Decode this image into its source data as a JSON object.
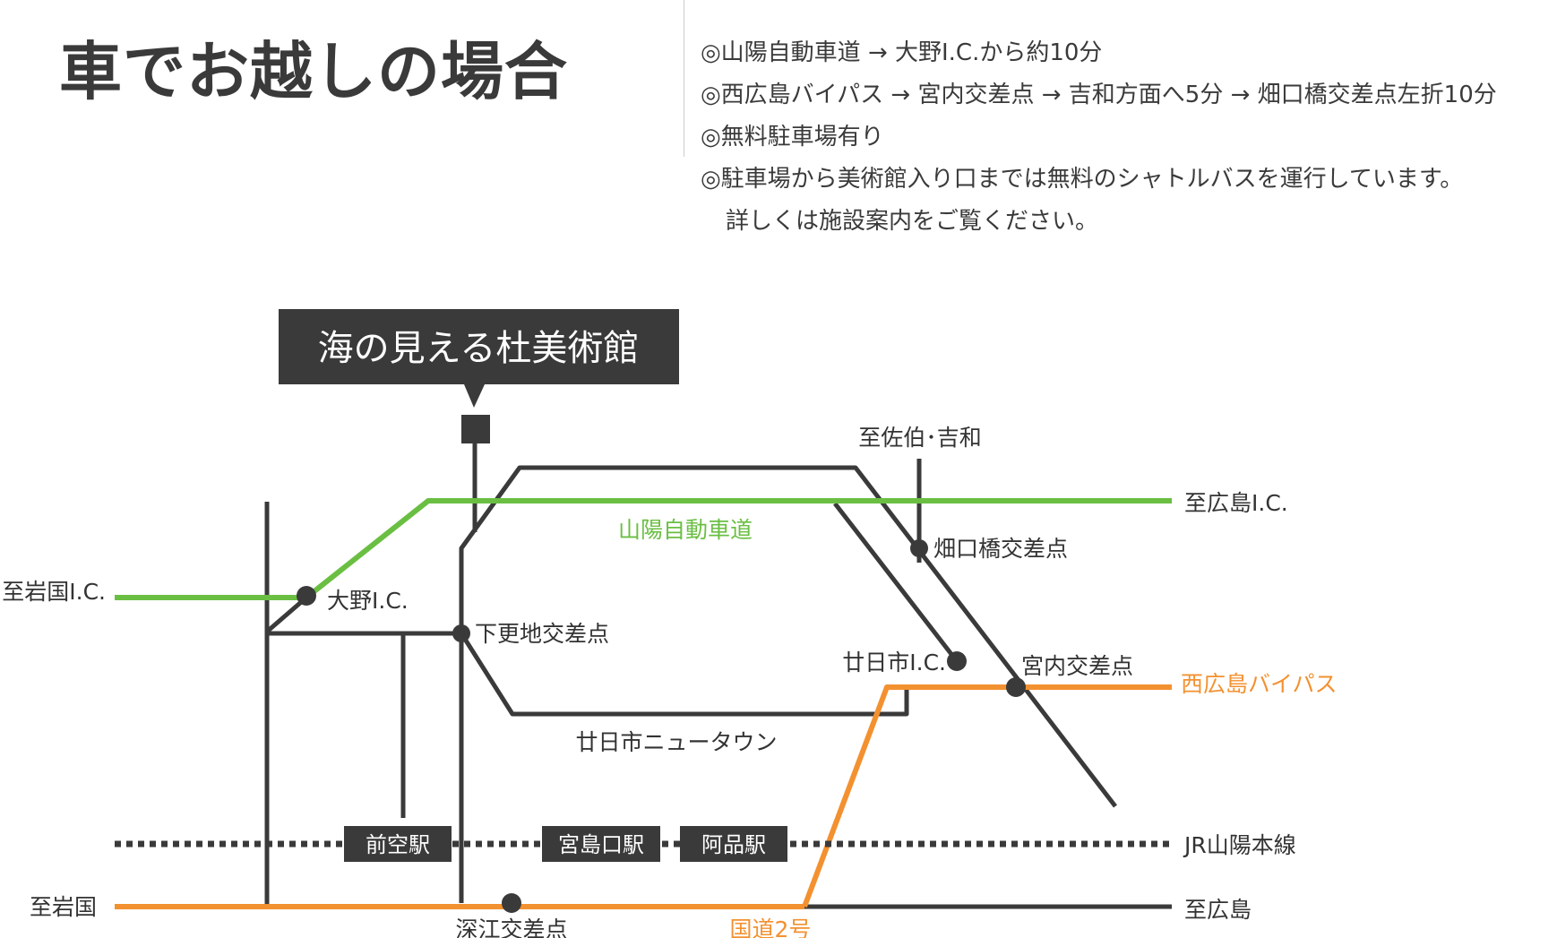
{
  "header": {
    "title": "車でお越しの場合"
  },
  "info": [
    "◎山陽自動車道 → 大野I.C.から約10分",
    "◎西広島バイパス → 宮内交差点 → 吉和方面へ5分 → 畑口橋交差点左折10分",
    "◎無料駐車場有り",
    "◎駐車場から美術館入り口までは無料のシャトルバスを運行しています。",
    "詳しくは施設案内をご覧ください。"
  ],
  "map": {
    "museum": "海の見える杜美術館",
    "expressway": "山陽自動車道",
    "bypass": "西広島バイパス",
    "national_route": "国道2号",
    "railway": "JR山陽本線",
    "new_town": "廿日市ニュータウン",
    "directions": {
      "to_iwakuni_ic": "至岩国I.C.",
      "to_hiroshima_ic": "至広島I.C.",
      "to_saeki_yoshiwa": "至佐伯･吉和",
      "to_iwakuni": "至岩国",
      "to_hiroshima": "至広島"
    },
    "nodes": {
      "ono_ic": "大野I.C.",
      "shimosarachi": "下更地交差点",
      "hataguchibashi": "畑口橋交差点",
      "hatsukaichi_ic": "廿日市I.C.",
      "miyauchi": "宮内交差点",
      "fukae": "深江交差点"
    },
    "stations": {
      "maezora": "前空駅",
      "miyajimaguchi": "宮島口駅",
      "ajina": "阿品駅"
    },
    "colors": {
      "expressway": "#6abf43",
      "bypass": "#f39130",
      "road": "#3a3a3a",
      "label_box": "#3a3a3a"
    }
  }
}
